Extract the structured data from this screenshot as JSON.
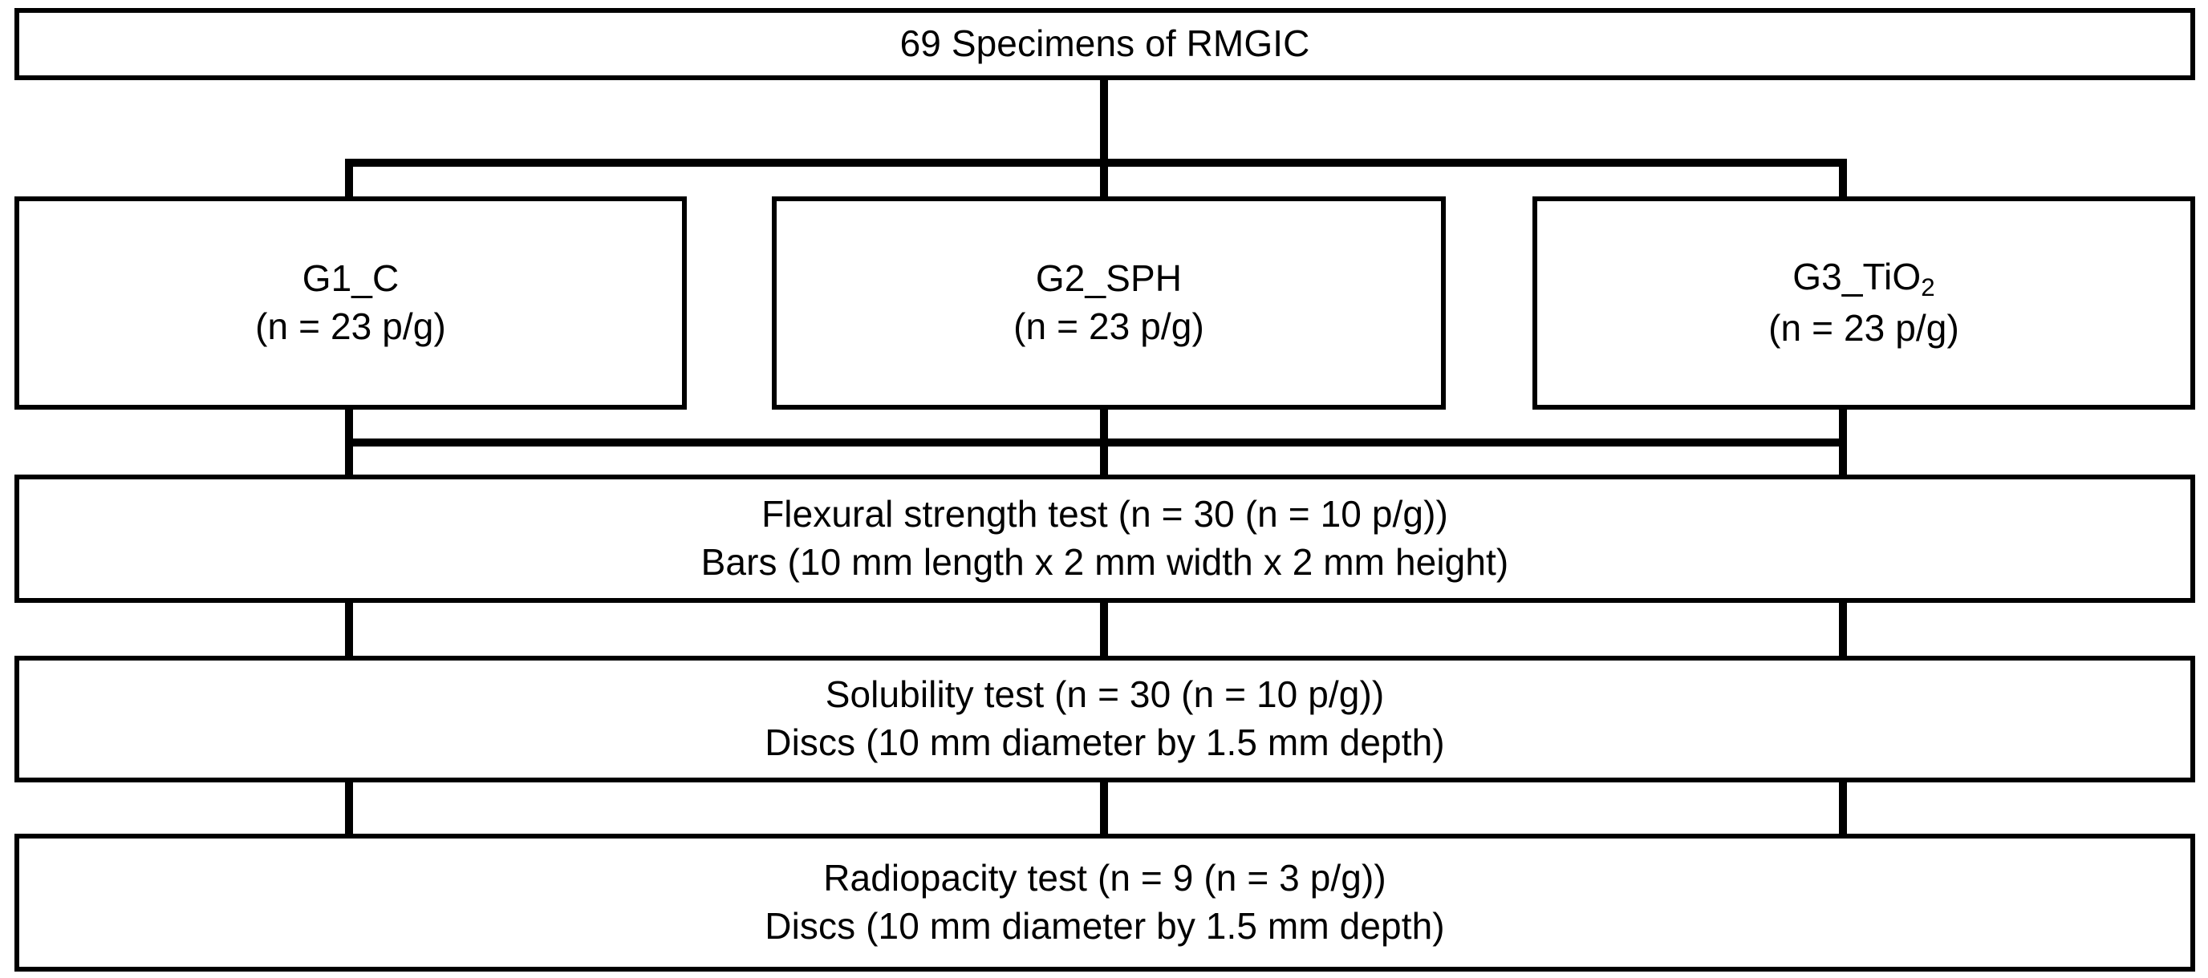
{
  "diagram": {
    "type": "flowchart",
    "title": "Study design flowchart for RMGIC specimen groups and tests",
    "colors": {
      "stroke": "#000000",
      "fill": "#ffffff",
      "text": "#000000"
    },
    "root": {
      "label": "69 Specimens of RMGIC"
    },
    "groups": [
      {
        "id": "G1",
        "name": "G1_C",
        "name_base": "G1_C",
        "name_sub": "",
        "count": "(n = 23 p/g)"
      },
      {
        "id": "G2",
        "name": "G2_SPH",
        "name_base": "G2_SPH",
        "name_sub": "",
        "count": "(n = 23 p/g)"
      },
      {
        "id": "G3",
        "name": "G3_TiO2",
        "name_base": "G3_TiO",
        "name_sub": "2",
        "count": "(n = 23 p/g)"
      }
    ],
    "tests": [
      {
        "id": "flexural",
        "line1": "Flexural strength test (n = 30 (n = 10 p/g))",
        "line2": "Bars (10 mm length x 2 mm width x 2 mm height)"
      },
      {
        "id": "solubility",
        "line1": "Solubility test (n = 30 (n = 10 p/g))",
        "line2": "Discs (10 mm diameter by 1.5 mm depth)"
      },
      {
        "id": "radiopacity",
        "line1": "Radiopacity test (n = 9 (n = 3 p/g))",
        "line2": "Discs (10 mm diameter by 1.5 mm depth)"
      }
    ]
  }
}
